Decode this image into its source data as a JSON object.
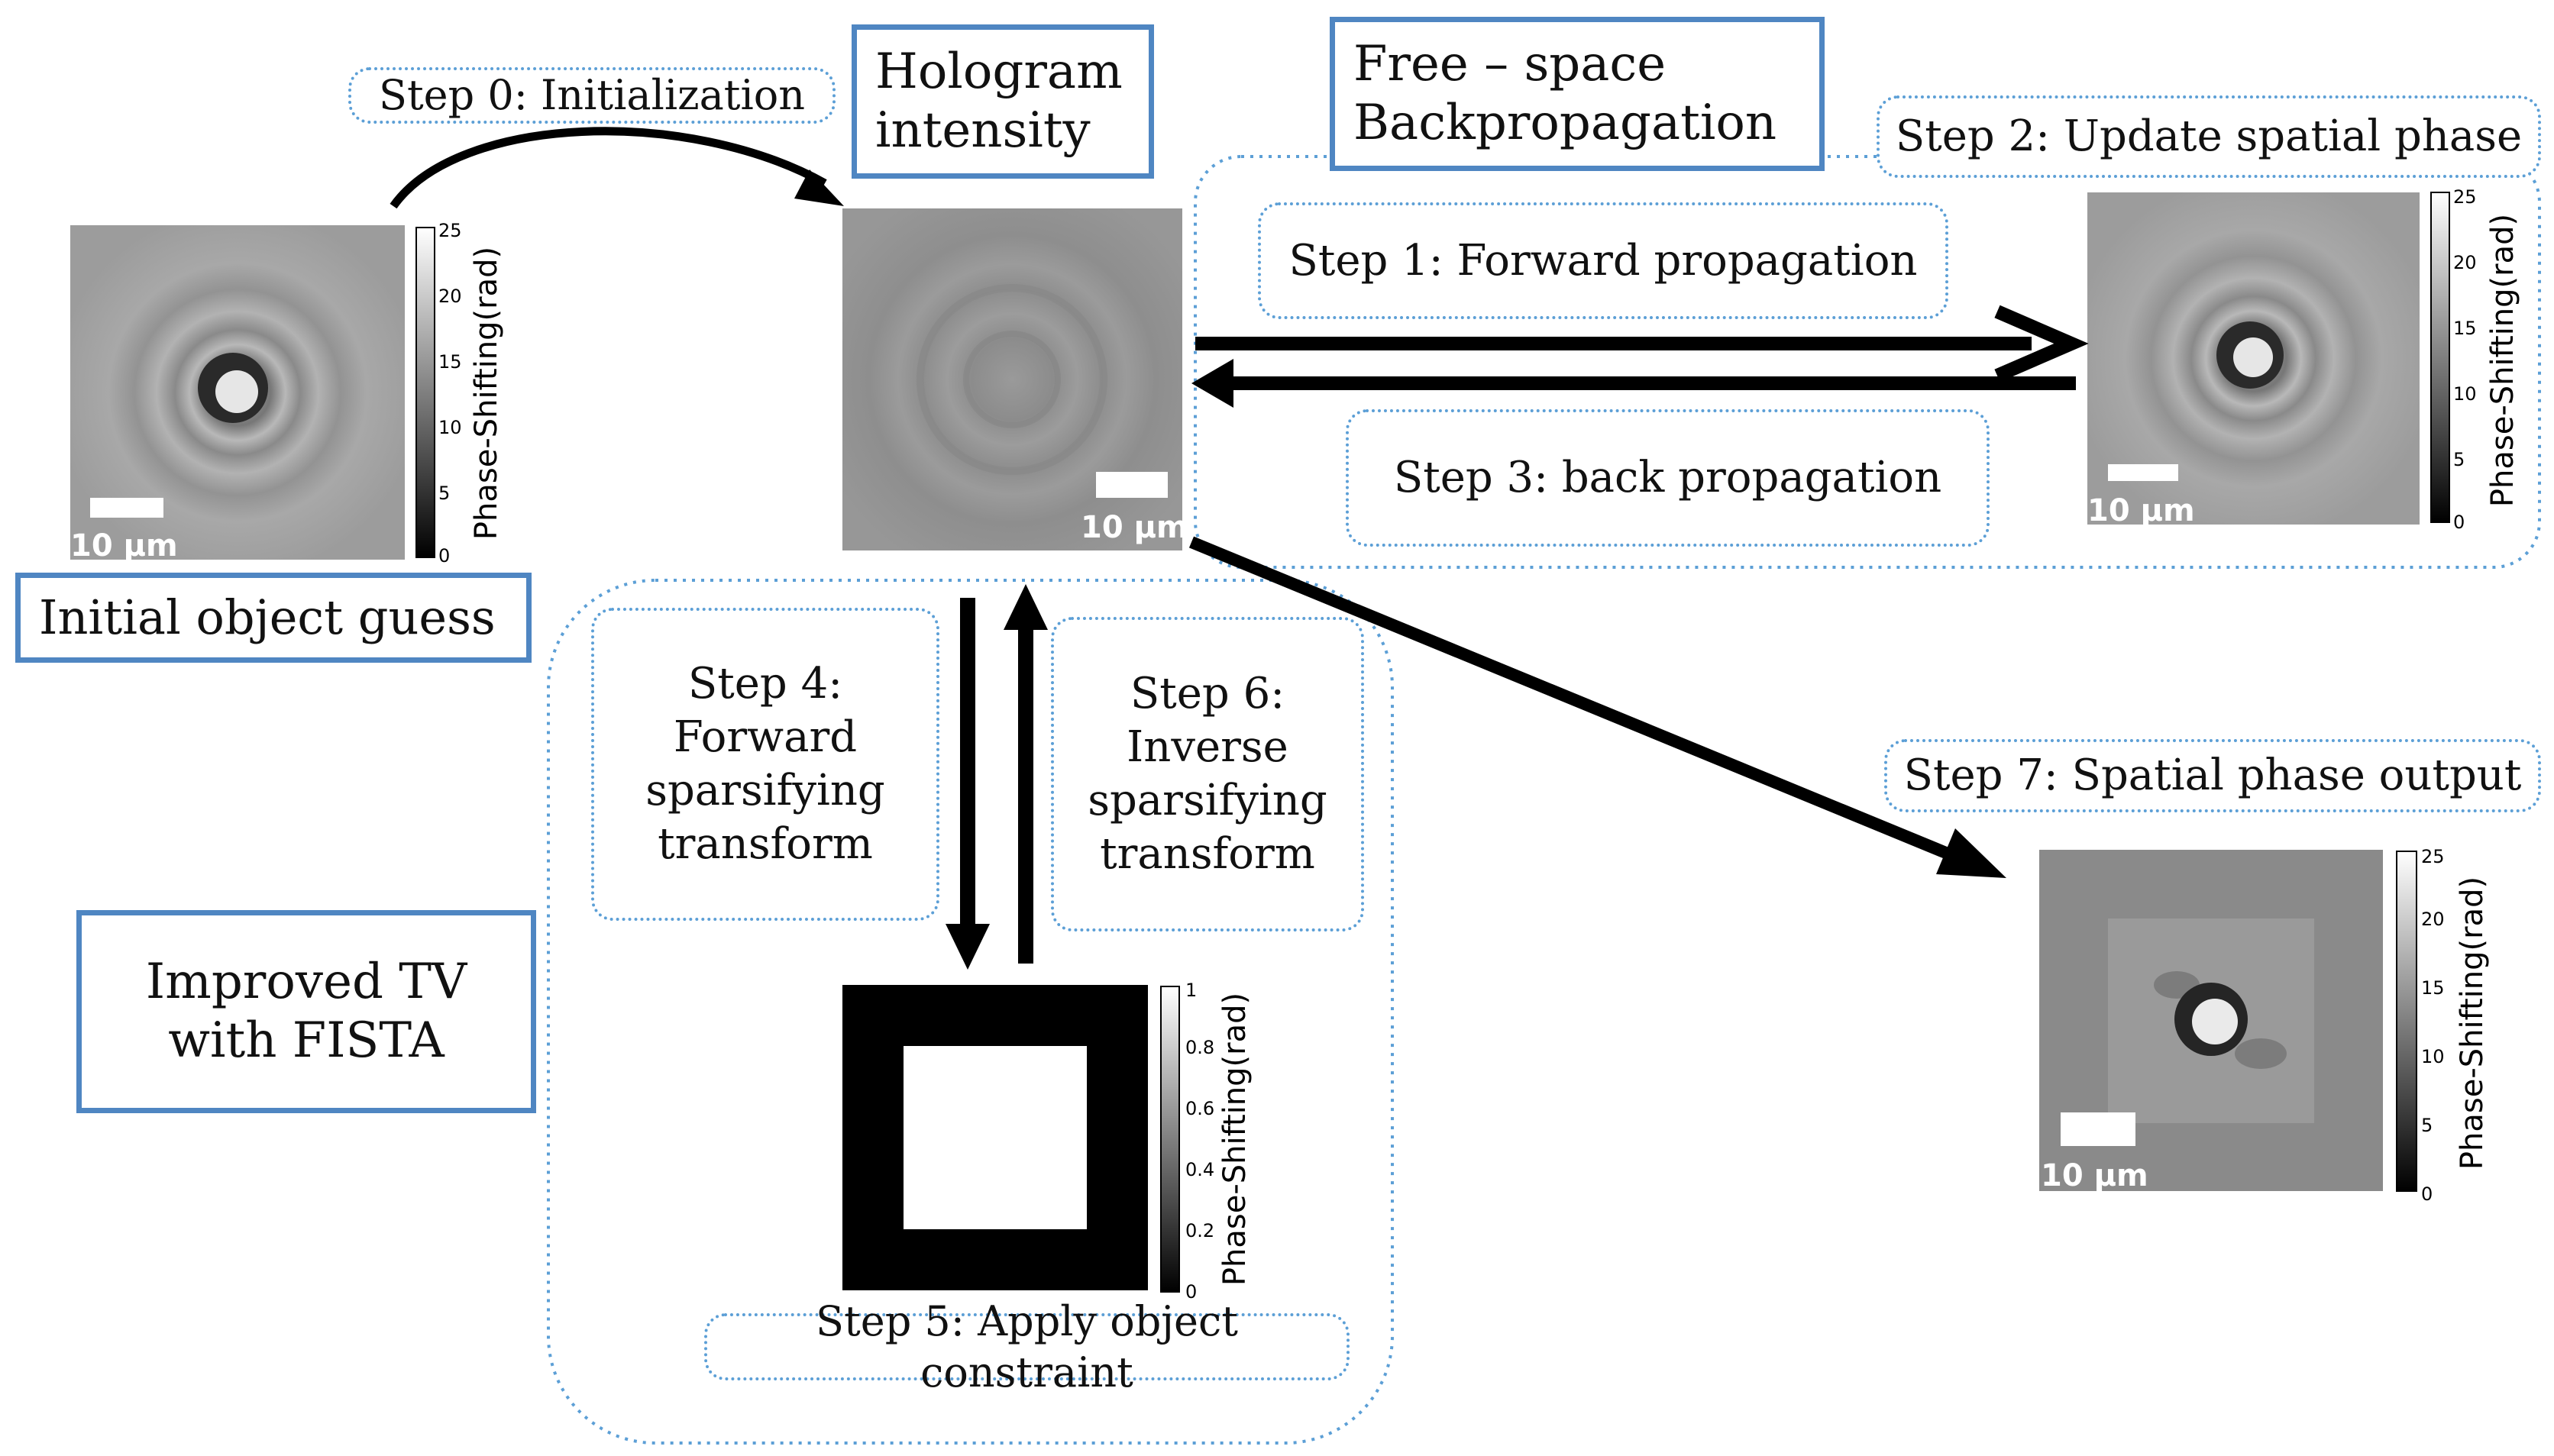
{
  "labels": {
    "step0": "Step 0: Initialization",
    "hologram_title": "Hologram\nintensity",
    "free_space_title": "Free  –  space\nBackpropagation",
    "step2": "Step 2: Update spatial phase",
    "step1": "Step 1: Forward propagation",
    "step3": "Step 3: back propagation",
    "initial_guess": "Initial object guess",
    "step4": "Step 4:\nForward\nsparsifying\ntransform",
    "step6": "Step 6:\nInverse\nsparsifying\ntransform",
    "step7": "Step 7: Spatial phase output",
    "improved_tv": "Improved TV\nwith FISTA",
    "step5": "Step 5: Apply object constraint"
  },
  "scale_bar": "10 μm",
  "colorbars": {
    "phase": {
      "label": "Phase-Shifting(rad)",
      "ticks": [
        "0",
        "5",
        "10",
        "15",
        "20",
        "25"
      ]
    },
    "constraint": {
      "label": "Phase-Shifting(rad)",
      "ticks": [
        "0",
        "0.2",
        "0.4",
        "0.6",
        "0.8",
        "1"
      ]
    }
  },
  "colors": {
    "solid_border": "#4f86c2",
    "dotted_border": "#5c9fd6",
    "arrow": "#000000"
  }
}
